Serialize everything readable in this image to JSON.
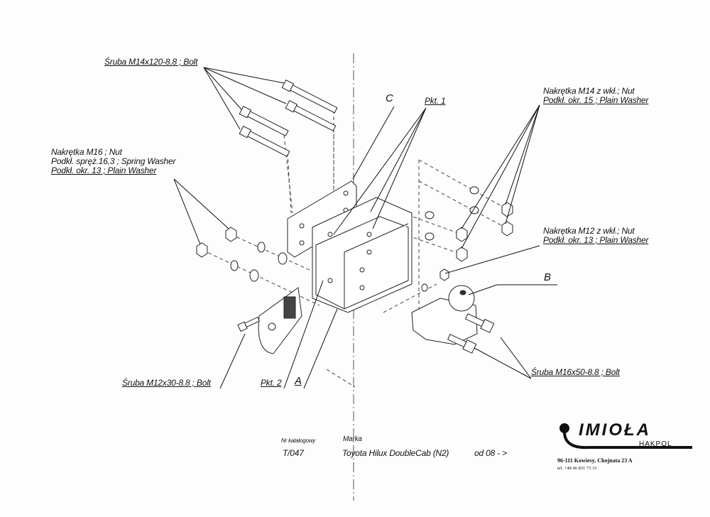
{
  "labels": {
    "bolt_m14": "Śruba M14x120-8.8 ;  Bolt",
    "nut_m16_lines": [
      "Nakrętka  M16 ; Nut",
      "Podkł. spręż.16,3 ; Spring Washer",
      "Podkł. okr. 13 ; Plain Washer"
    ],
    "nut_m14_lines": [
      "Nakrętka  M14  z wkł.; Nut",
      "Podkł. okr. 15 ; Plain Washer"
    ],
    "nut_m12_lines": [
      "Nakrętka  M12  z wkł.; Nut",
      "Podkł. okr. 13 ; Plain Washer"
    ],
    "part_c": "C",
    "part_b": "B",
    "part_a": "A",
    "pkt1": "Pkt. 1",
    "pkt2": "Pkt. 2",
    "bolt_m12": "Śruba M12x30-8.8 ;  Bolt",
    "bolt_m16": "Śruba M16x50-8.8 ;  Bolt"
  },
  "title_block": {
    "catalog_label": "Nr katalogowy",
    "make_label": "Marka",
    "catalog_number": "T/047",
    "model": "Toyota Hilux DoubleCab (N2)",
    "from_year": "od  08 - >"
  },
  "company": {
    "logo_text": "IMIOŁA",
    "logo_sub": "HAKPOL",
    "address": "96-111 Kowiesy, Chojnata 23 A",
    "phone": "tel. +48 46 831 73 31"
  }
}
